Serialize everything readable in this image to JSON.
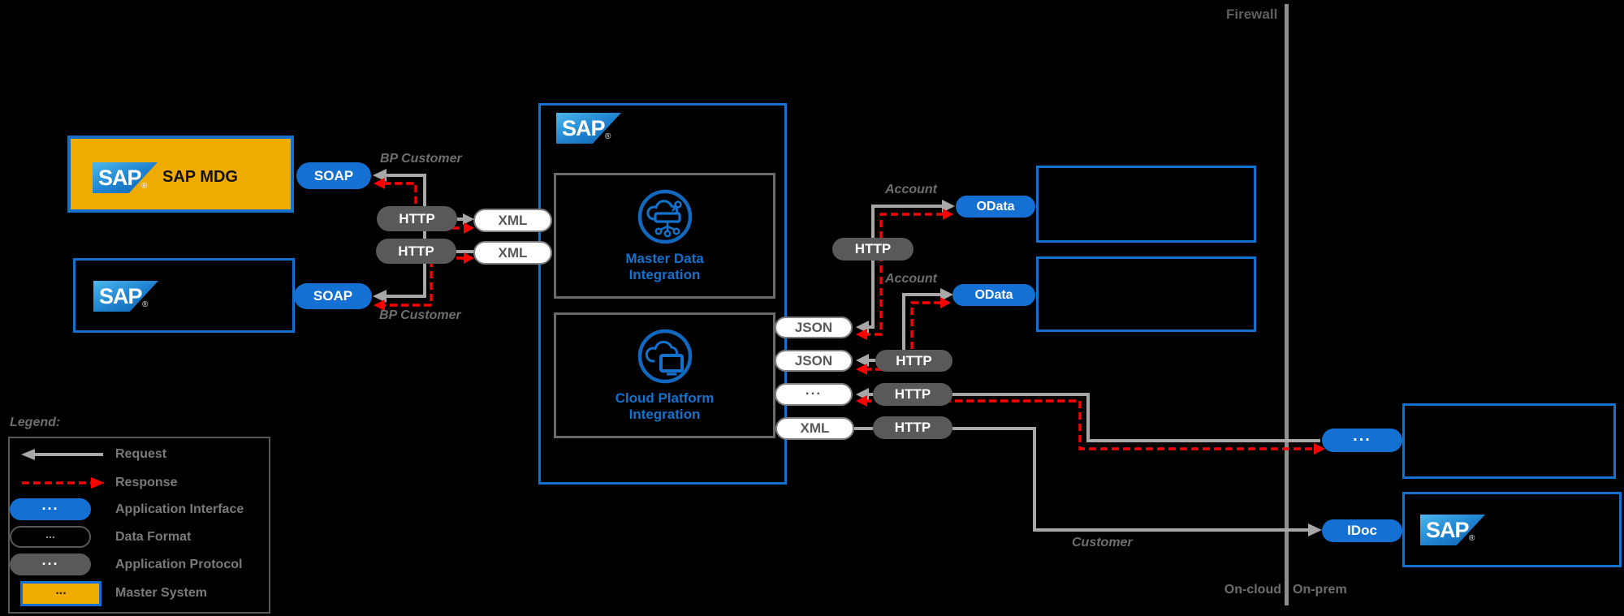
{
  "labels": {
    "firewall": "Firewall",
    "on_cloud": "On-cloud",
    "on_prem": "On-prem",
    "bp_customer_top": "BP Customer",
    "bp_customer_bottom": "BP Customer",
    "account_top": "Account",
    "account_bottom": "Account",
    "customer": "Customer"
  },
  "logo": {
    "text": "SAP",
    "reg": "®"
  },
  "mdg": {
    "title": "SAP MDG"
  },
  "center": {
    "service_top": {
      "line1": "Master Data",
      "line2": "Integration"
    },
    "service_bottom": {
      "line1": "Cloud Platform",
      "line2": "Integration"
    }
  },
  "pills": {
    "soap_top": "SOAP",
    "soap_bottom": "SOAP",
    "http_left_top": "HTTP",
    "http_left_bottom": "HTTP",
    "xml_left_top": "XML",
    "xml_left_bottom": "XML",
    "json_top": "JSON",
    "json_bottom": "JSON",
    "dots_white": "...",
    "xml_right": "XML",
    "http_account": "HTTP",
    "http_json": "HTTP",
    "http_dots": "HTTP",
    "http_xml": "HTTP",
    "odata_top": "OData",
    "odata_bottom": "OData",
    "dots_blue": "...",
    "idoc": "IDoc"
  },
  "legend": {
    "title": "Legend:",
    "request": "Request",
    "response": "Response",
    "app_interface": "Application Interface",
    "data_format": "Data Format",
    "app_protocol": "Application Protocol",
    "master_system": "Master System",
    "pill_dots": "..."
  },
  "colors": {
    "accent_blue": "#1470d2",
    "sap_gold": "#f0ab00",
    "protocol_gray": "#595959",
    "request_line": "#a8a8a8",
    "response_red": "#fe0000"
  }
}
